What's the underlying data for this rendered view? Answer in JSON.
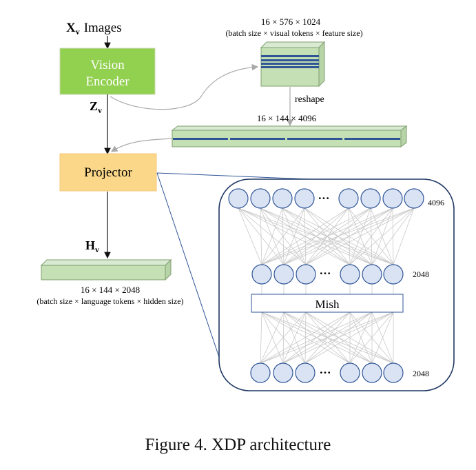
{
  "diagram": {
    "input_label": {
      "math": "X",
      "sub": "v",
      "text": "Images"
    },
    "vision_encoder": {
      "line1": "Vision",
      "line2": "Encoder"
    },
    "encoder_output_label": {
      "math": "Z",
      "sub": "v"
    },
    "visual_tensor": {
      "shape": "16 × 576 × 1024",
      "description": "(batch size × visual tokens × feature size)"
    },
    "reshape_label": "reshape",
    "reshaped_tensor": {
      "shape": "16 × 144 × 4096"
    },
    "projector": "Projector",
    "projector_output_label": {
      "math": "H",
      "sub": "v"
    },
    "language_tensor": {
      "shape": "16 × 144 × 2048",
      "description": "(batch size × language tokens × hidden size)"
    },
    "mlp": {
      "layer1_size": "4096",
      "layer2_size": "2048",
      "layer3_size": "2048",
      "activation": "Mish",
      "ellipsis": "···"
    },
    "colors": {
      "encoder_fill": "#92d050",
      "projector_fill": "#fbd78a",
      "tensor_fill": "#c5e0b4",
      "tensor_stripe": "#2f5597",
      "neuron_fill": "#dae3f3",
      "neuron_stroke": "#2f5597",
      "panel_stroke": "#1f3864"
    }
  },
  "caption": "Figure 4. XDP architecture"
}
